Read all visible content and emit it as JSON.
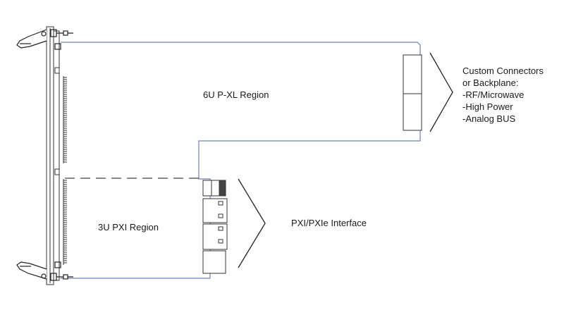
{
  "diagram": {
    "regions": {
      "upper_label": "6U P-XL Region",
      "lower_label": "3U PXI Region"
    },
    "interface_label": "PXI/PXIe Interface",
    "connectors": {
      "heading_line1": "Custom Connectors",
      "heading_line2": "or Backplane:",
      "items": [
        "-RF/Microwave",
        "-High Power",
        "-Analog BUS"
      ]
    },
    "colors": {
      "outline": "#7080b8",
      "stroke": "#333333",
      "dashed": "#444444"
    }
  }
}
